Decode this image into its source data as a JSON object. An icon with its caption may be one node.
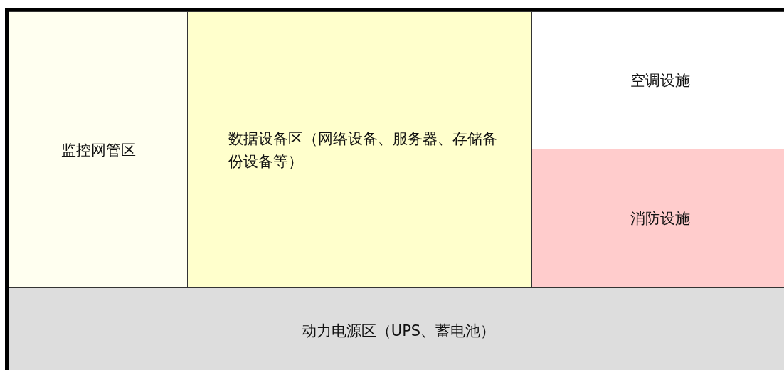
{
  "diagram": {
    "nodes": [
      {
        "text": [
          "监控网管区"
        ]
      },
      {
        "text": [
          "数据设备区（网络设备、服务器、存储备份设备等）"
        ]
      },
      {
        "text": [
          "空调设施"
        ]
      },
      {
        "text": [
          "消防设施"
        ]
      },
      {
        "text": [
          "动力电源区（UPS、蓄电池）"
        ]
      }
    ]
  }
}
